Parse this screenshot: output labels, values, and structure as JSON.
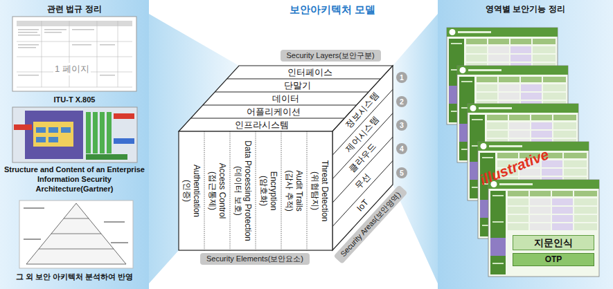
{
  "diagram": {
    "title": "보안아키텍처 모델",
    "nodes": [
      {
        "text": [
          "관련 법규 정리",
          "ITU-T X.805",
          "Structure and Content of an Enterprise Information Security Architecture(Gartner)",
          "그 외 보안 아키텍처 분석하여 반영"
        ]
      },
      {
        "text": [
          "영역별 보안기능 정리"
        ]
      },
      {
        "text": [
          "지문인식"
        ],
        "in": 1
      },
      {
        "text": [
          "OTP"
        ],
        "in": 1
      },
      {
        "text": [
          "Security Layers(보안구분)"
        ]
      },
      {
        "text": [
          "인터페이스"
        ]
      },
      {
        "text": [
          "단말기"
        ]
      },
      {
        "text": [
          "데이터"
        ]
      },
      {
        "text": [
          "어플리케이션"
        ]
      },
      {
        "text": [
          "인프라시스템"
        ]
      },
      {
        "text": [
          "Authentication",
          "(인증)"
        ]
      },
      {
        "text": [
          "Access Control",
          "(접근통제)"
        ]
      },
      {
        "text": [
          "Data Processing Protection",
          "(데이터 보호)"
        ]
      },
      {
        "text": [
          "Encryption",
          "(암호화)"
        ]
      },
      {
        "text": [
          "Audit Trails",
          "(감사 추적)"
        ]
      },
      {
        "text": [
          "Threat Detection",
          "(위협탐지)"
        ]
      },
      {
        "text": [
          "정보시스템"
        ]
      },
      {
        "text": [
          "제어시스템"
        ]
      },
      {
        "text": [
          "클라우드"
        ]
      },
      {
        "text": [
          "무선"
        ]
      },
      {
        "text": [
          "IoT"
        ]
      },
      {
        "text": [
          "1"
        ]
      },
      {
        "text": [
          "2"
        ]
      },
      {
        "text": [
          "3"
        ]
      },
      {
        "text": [
          "4"
        ]
      },
      {
        "text": [
          "5"
        ]
      },
      {
        "text": [
          "Security Areas(보안영역)"
        ]
      },
      {
        "text": [
          "Security Elements(보안요소)"
        ]
      }
    ],
    "labels": [
      "1 페이지",
      "illustrative"
    ]
  }
}
